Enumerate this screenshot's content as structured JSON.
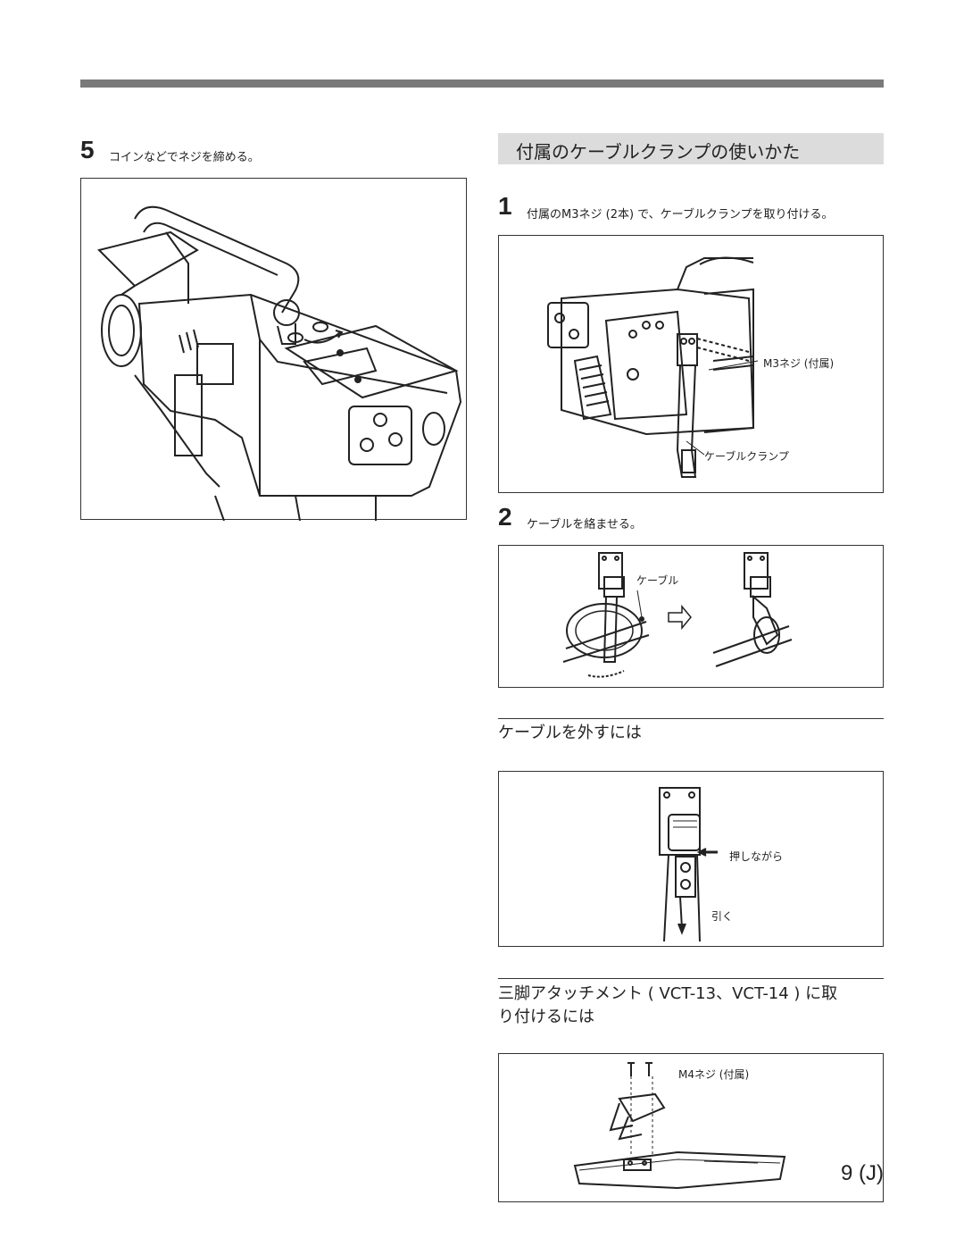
{
  "step5": {
    "number": "5",
    "text": "コインなどでネジを締める。"
  },
  "section": {
    "title": "付属のケーブルクランプの使いかた"
  },
  "step1": {
    "number": "1",
    "text": "付属のM3ネジ (2本) で、ケーブルクランプを取り付ける。"
  },
  "fig1_labels": {
    "screw": "M3ネジ (付属)",
    "clamp": "ケーブルクランプ"
  },
  "step2": {
    "number": "2",
    "text": "ケーブルを絡ませる。"
  },
  "fig2_labels": {
    "cable": "ケーブル"
  },
  "remove": {
    "heading": "ケーブルを外すには",
    "push": "押しながら",
    "pull": "引く"
  },
  "tripod": {
    "heading_line1": "三脚アタッチメント ( VCT-13、VCT-14 ) に取",
    "heading_line2": "り付けるには",
    "screw": "M4ネジ (付属)"
  },
  "page": {
    "number": "9 (J)"
  },
  "colors": {
    "rule": "#7a7a7a",
    "section_bg": "#dcdcdc",
    "ink": "#222222"
  }
}
